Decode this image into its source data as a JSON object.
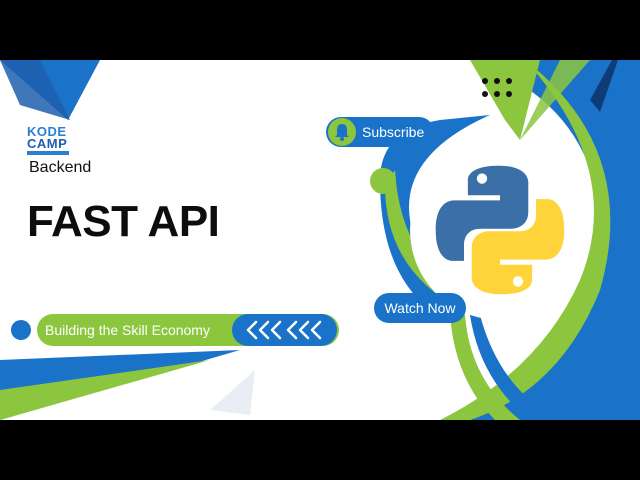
{
  "logo": {
    "line1": "KODE",
    "line2": "CAMP",
    "tagline": ""
  },
  "subtitle": "Backend",
  "title": "FAST API",
  "subscribe_label": "Subscribe",
  "watch_label": "Watch Now",
  "skill_label": "Building the Skill Economy",
  "colors": {
    "blue": "#1a73c8",
    "green": "#8cc63f",
    "dark": "#0d0d0d",
    "python_blue": "#3a6fa8",
    "python_yellow": "#ffd43b"
  },
  "icons": [
    "bell-icon",
    "chevron-left-icon",
    "python-logo-icon",
    "dots-grid-icon"
  ]
}
